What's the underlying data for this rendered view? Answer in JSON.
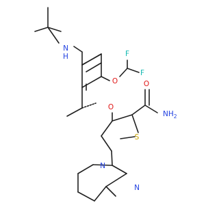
{
  "colors": {
    "carbon": "#202020",
    "nitrogen": "#1f3fe0",
    "oxygen": "#e01818",
    "fluorine": "#10b8b0",
    "sulfur": "#c9a400"
  },
  "atoms": {
    "nh_tbu": {
      "text": "N",
      "sub": "H",
      "element": "nitrogen"
    },
    "f_upper": {
      "text": "F",
      "element": "fluorine"
    },
    "f_lower": {
      "text": "F",
      "element": "fluorine"
    },
    "o_ether_chf2": {
      "text": "O",
      "element": "oxygen"
    },
    "o_carbonyl": {
      "text": "O",
      "element": "oxygen"
    },
    "o_ether_thio": {
      "text": "O",
      "element": "oxygen"
    },
    "nh2_amide": {
      "text": "NH",
      "sub": "2",
      "element": "nitrogen"
    },
    "s_thiophene": {
      "text": "S",
      "element": "sulfur"
    },
    "n_bridgehead": {
      "text": "N",
      "element": "nitrogen"
    },
    "n_imidazole": {
      "text": "N",
      "element": "nitrogen"
    }
  }
}
